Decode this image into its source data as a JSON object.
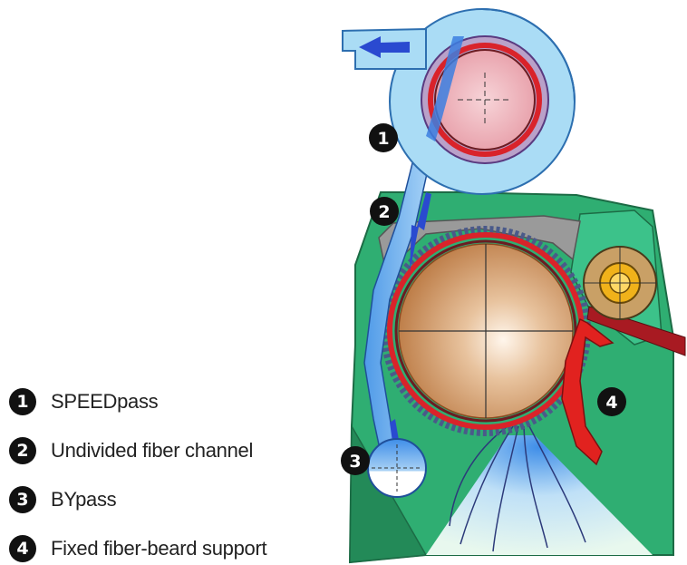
{
  "diagram": {
    "badges": {
      "b1": "1",
      "b2": "2",
      "b3": "3",
      "b4": "4"
    },
    "legend": [
      {
        "number": "1",
        "label": "SPEEDpass"
      },
      {
        "number": "2",
        "label": "Undivided fiber channel"
      },
      {
        "number": "3",
        "label": "BYpass"
      },
      {
        "number": "4",
        "label": "Fixed fiber-beard support"
      }
    ],
    "colors": {
      "housing_green": "#2fae72",
      "fiber_blue": "#3c7fe0",
      "rotor_red": "#d9232a",
      "roller_pink": "#e9a3ad",
      "drum_tan": "#c98f5a",
      "support_red": "#e1221f",
      "knob_yellow": "#f0b21a",
      "arrow_blue": "#2a4ad0"
    }
  }
}
